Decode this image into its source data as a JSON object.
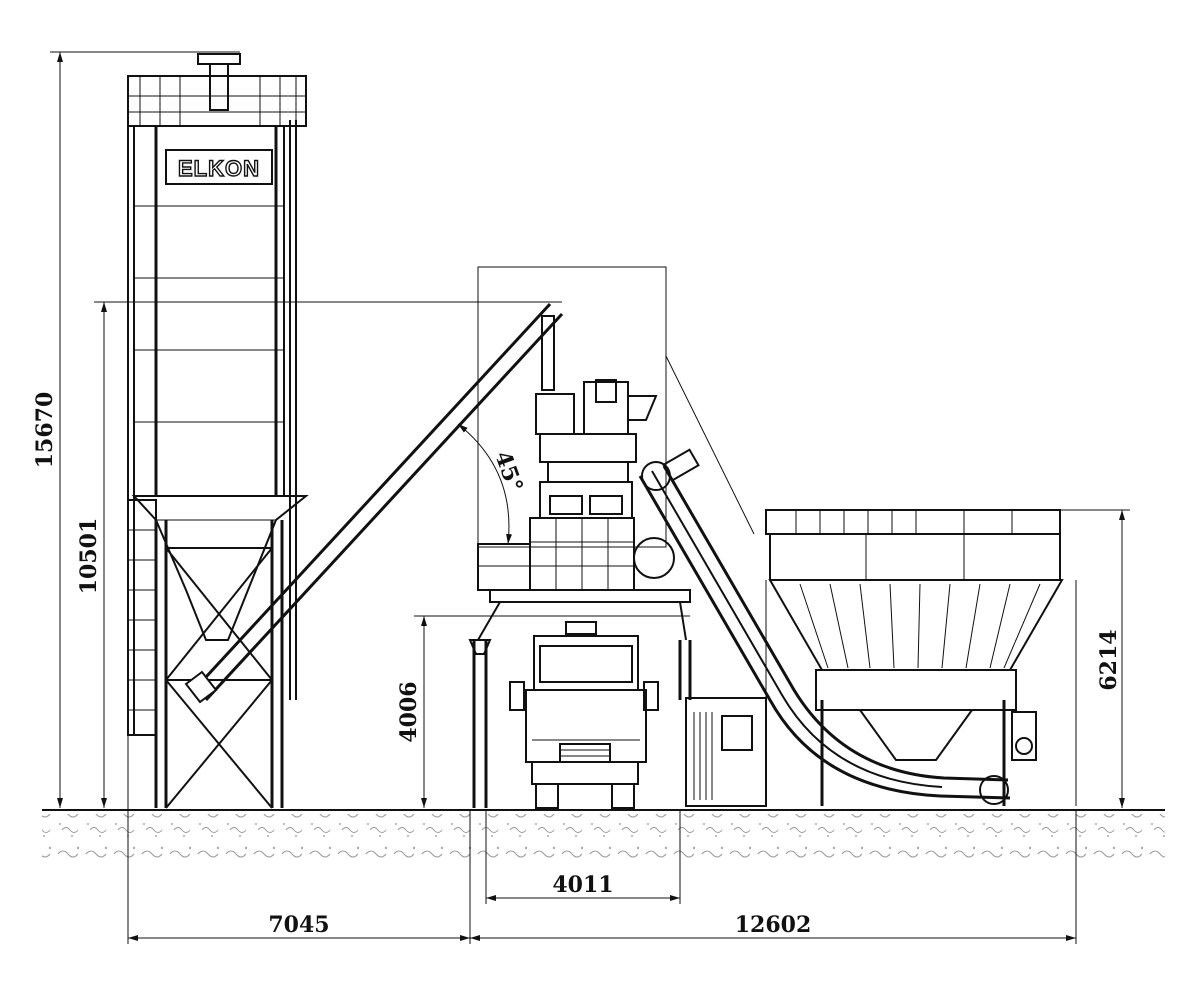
{
  "brand": {
    "logo_text": "ELKON"
  },
  "dimensions": {
    "total_height": "15670",
    "conveyor_height": "10501",
    "truck_clearance": "4006",
    "bin_height": "6214",
    "truck_width": "4011",
    "silo_spacing": "7045",
    "plant_length": "12602"
  },
  "angle": {
    "conveyor_angle": "45°"
  },
  "colors": {
    "line": "#111111",
    "background": "#ffffff",
    "ground": "#888888"
  }
}
